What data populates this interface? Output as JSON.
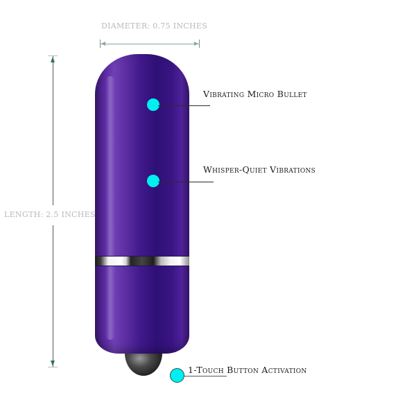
{
  "dimensions": {
    "diameter_label": "DIAMETER: 0.75 INCHES",
    "length_label": "LENGTH: 2.5 INCHES"
  },
  "features": [
    {
      "label": "Vibrating Micro Bullet"
    },
    {
      "label": "Whisper-Quiet Vibrations"
    },
    {
      "label": "1-Touch Button Activation"
    }
  ],
  "colors": {
    "product_purple": "#40198a",
    "callout_dot": "#00f0f0",
    "dimension_text": "#b9b9b9",
    "feature_text": "#1a1a1a"
  }
}
